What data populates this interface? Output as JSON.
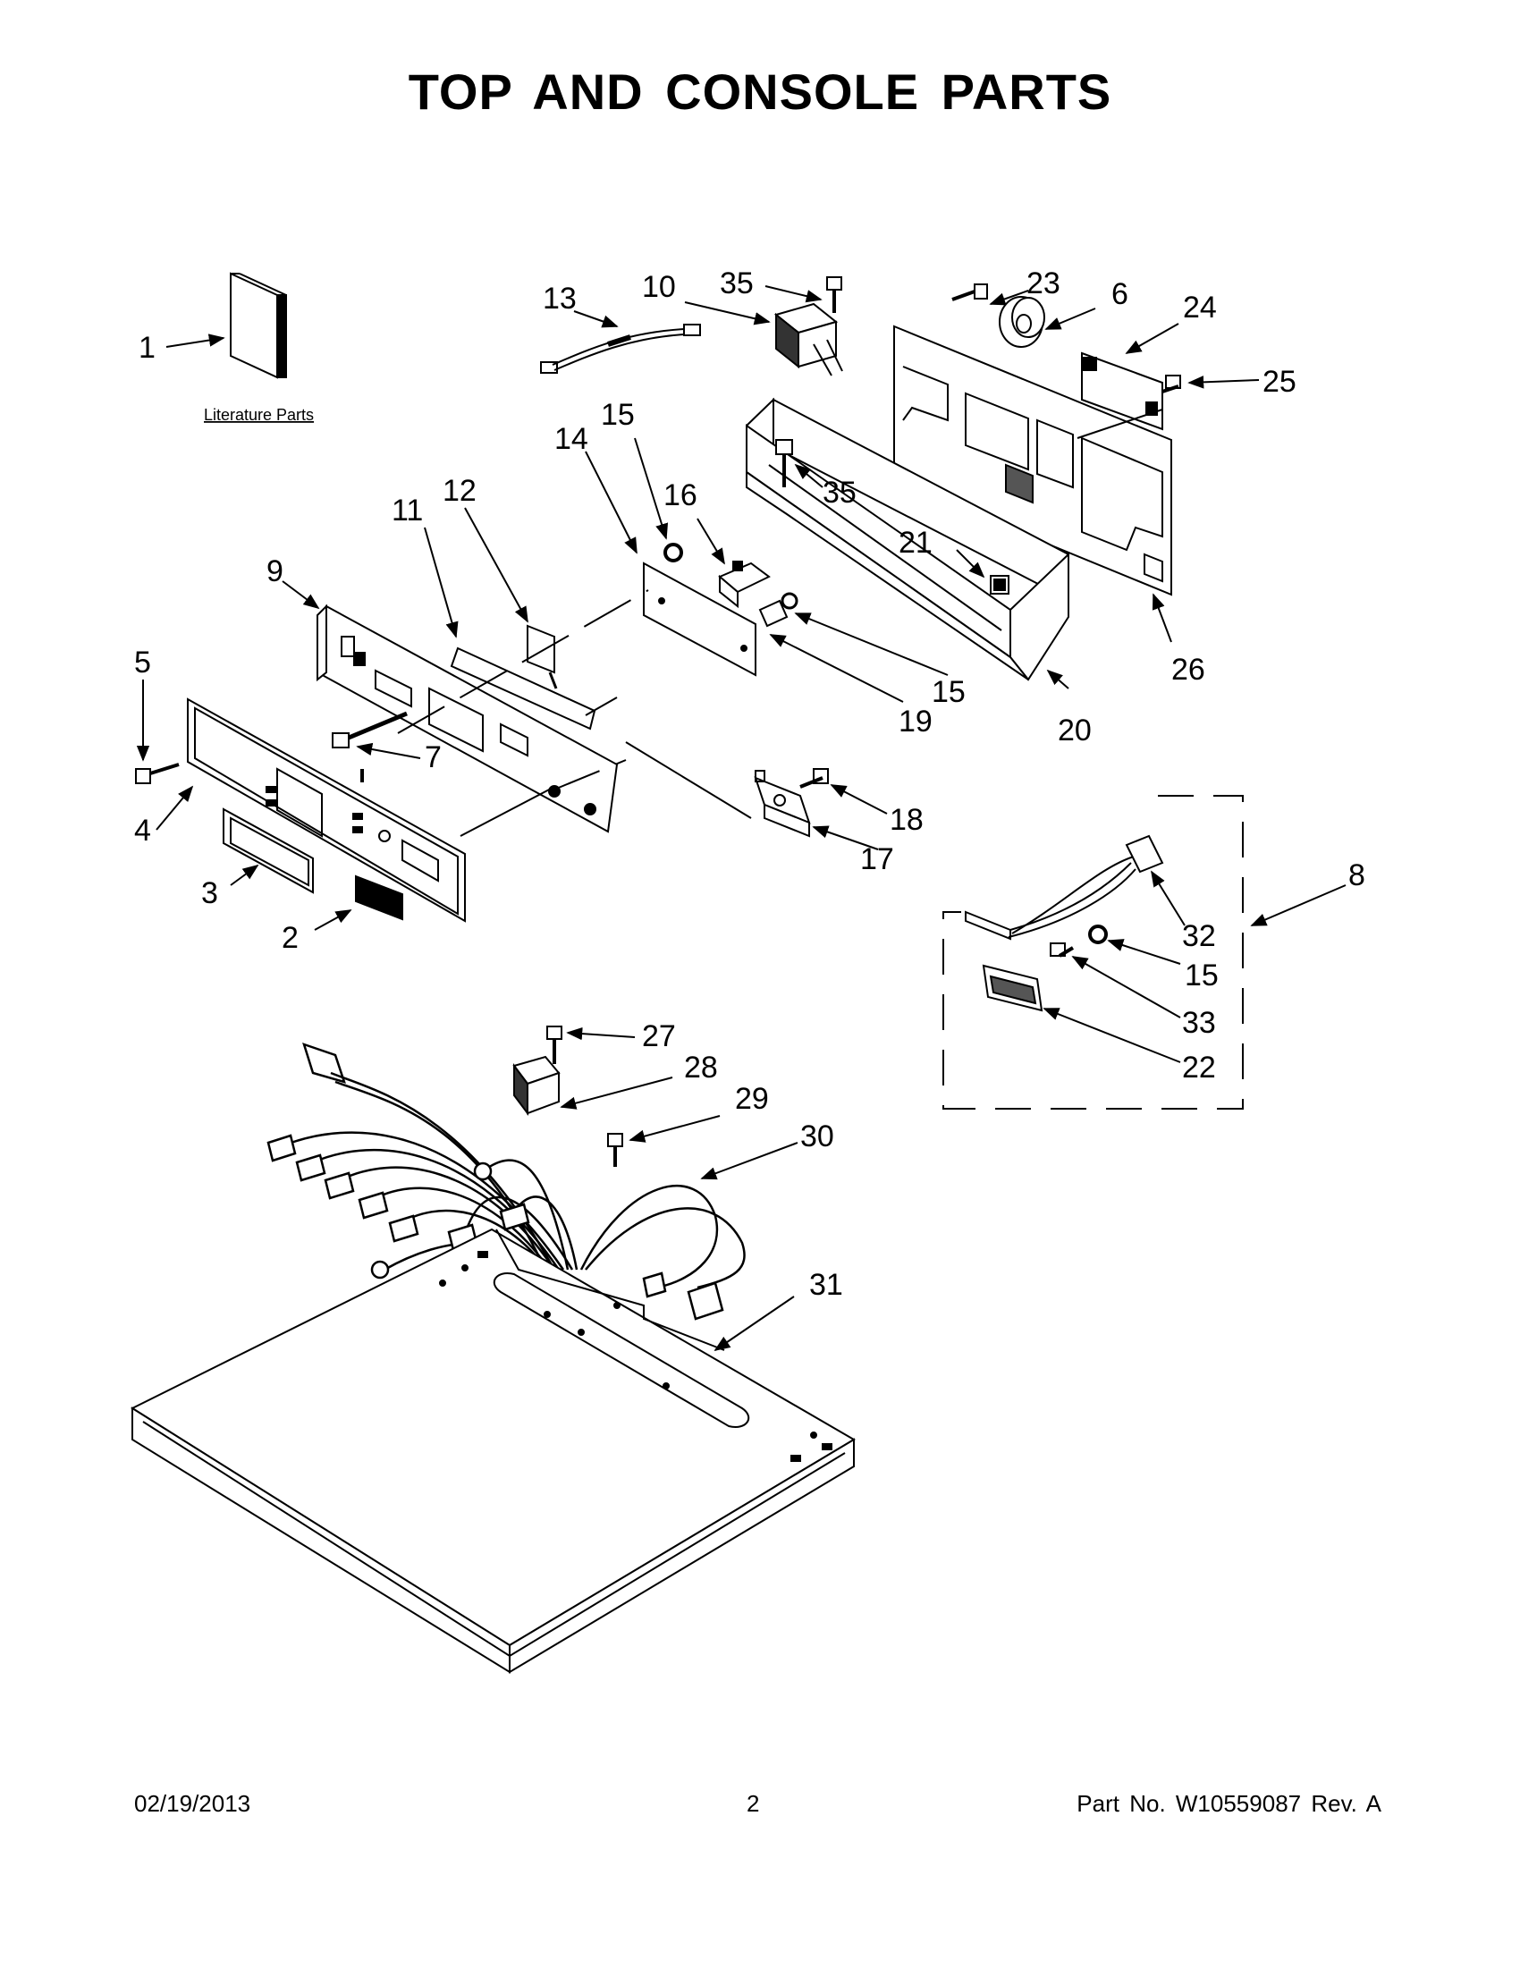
{
  "page": {
    "title": "TOP AND CONSOLE PARTS",
    "footer": {
      "date": "02/19/2013",
      "page_number": "2",
      "part_number": "Part No.  W10559087  Rev.  A"
    }
  },
  "diagram": {
    "literature_label": "Literature Parts",
    "callouts": [
      "1",
      "2",
      "3",
      "4",
      "5",
      "6",
      "7",
      "8",
      "9",
      "10",
      "11",
      "12",
      "13",
      "14",
      "15",
      "15",
      "15",
      "16",
      "17",
      "18",
      "19",
      "20",
      "21",
      "22",
      "23",
      "24",
      "25",
      "26",
      "27",
      "28",
      "29",
      "30",
      "31",
      "32",
      "33",
      "35",
      "35"
    ]
  }
}
